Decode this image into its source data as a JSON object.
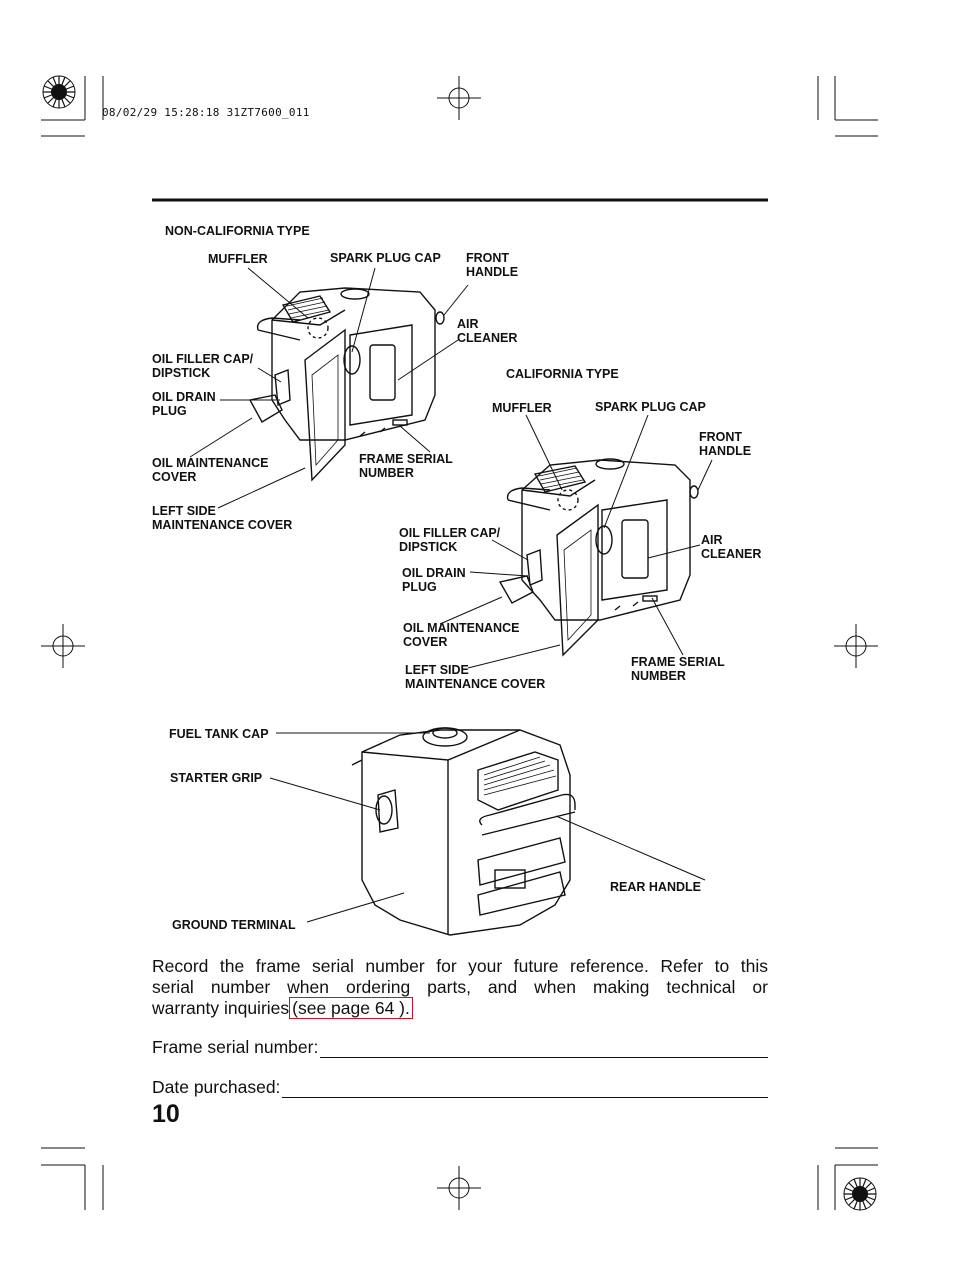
{
  "stamp": "08/02/29 15:28:18 31ZT7600_011",
  "labels": {
    "non_california_type": "NON-CALIFORNIA TYPE",
    "muffler_1": "MUFFLER",
    "spark_plug_cap_1": "SPARK PLUG CAP",
    "front_handle_1_a": "FRONT",
    "front_handle_1_b": "HANDLE",
    "air_cleaner_1_a": "AIR",
    "air_cleaner_1_b": "CLEANER",
    "oil_filler_cap_1_a": "OIL FILLER CAP/",
    "oil_filler_cap_1_b": "DIPSTICK",
    "oil_drain_plug_1_a": "OIL DRAIN",
    "oil_drain_plug_1_b": "PLUG",
    "oil_maint_cover_1_a": "OIL MAINTENANCE",
    "oil_maint_cover_1_b": "COVER",
    "frame_serial_1_a": "FRAME SERIAL",
    "frame_serial_1_b": "NUMBER",
    "left_side_cover_1_a": "LEFT SIDE",
    "left_side_cover_1_b": "MAINTENANCE COVER",
    "california_type": "CALIFORNIA TYPE",
    "muffler_2": "MUFFLER",
    "spark_plug_cap_2": "SPARK PLUG CAP",
    "front_handle_2_a": "FRONT",
    "front_handle_2_b": "HANDLE",
    "air_cleaner_2_a": "AIR",
    "air_cleaner_2_b": "CLEANER",
    "oil_filler_cap_2_a": "OIL FILLER CAP/",
    "oil_filler_cap_2_b": "DIPSTICK",
    "oil_drain_plug_2_a": "OIL DRAIN",
    "oil_drain_plug_2_b": "PLUG",
    "oil_maint_cover_2_a": "OIL MAINTENANCE",
    "oil_maint_cover_2_b": "COVER",
    "left_side_cover_2_a": "LEFT SIDE",
    "left_side_cover_2_b": "MAINTENANCE COVER",
    "frame_serial_2_a": "FRAME SERIAL",
    "frame_serial_2_b": "NUMBER",
    "fuel_tank_cap": "FUEL TANK CAP",
    "starter_grip": "STARTER GRIP",
    "rear_handle": "REAR HANDLE",
    "ground_terminal": "GROUND TERMINAL"
  },
  "body": {
    "line1": "Record the frame serial number for your future reference. Refer to this",
    "line2": "serial number when ordering parts, and when making technical or",
    "line3_prefix": "warranty inquiries",
    "link": "(see page 64 ).",
    "frame_serial_label": "Frame serial number:",
    "date_purchased_label": "Date purchased:"
  },
  "page_number": "10",
  "colors": {
    "link_border": "#d0102a",
    "text": "#111111"
  }
}
